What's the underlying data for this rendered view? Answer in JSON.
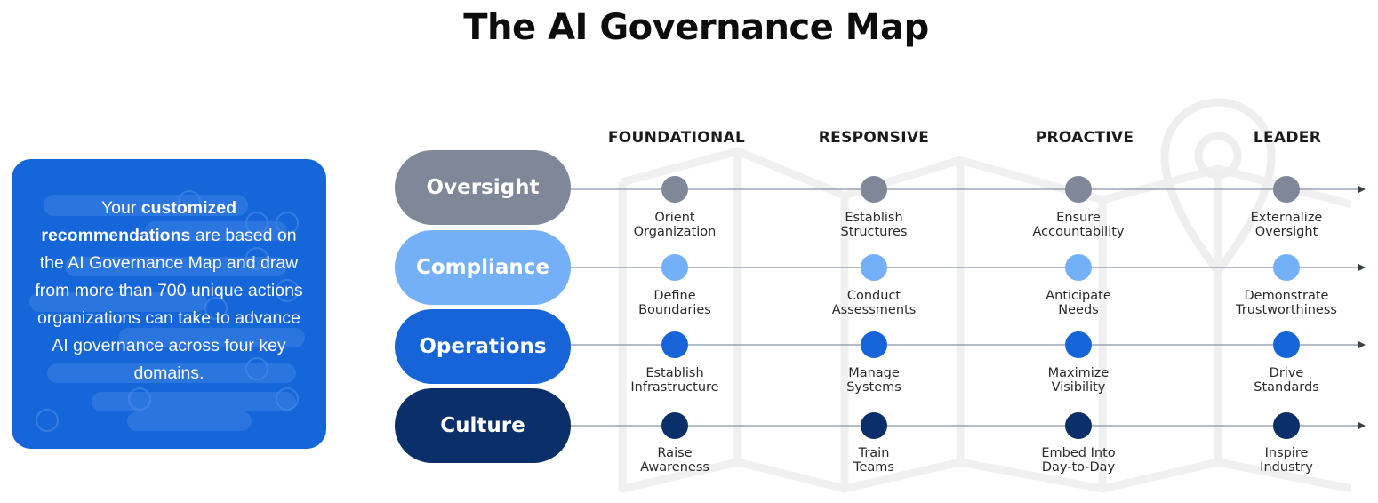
{
  "title": "The AI Governance Map",
  "info_card": {
    "text_prefix": "Your ",
    "text_bold": "customized recommendations",
    "text_suffix": " are based on the AI Governance Map and draw from more than 700 unique actions organizations can take to advance AI governance across four key domains."
  },
  "stages": [
    "FOUNDATIONAL",
    "RESPONSIVE",
    "PROACTIVE",
    "LEADER"
  ],
  "domains": [
    {
      "name": "Oversight",
      "color": "#7e8898",
      "actions": [
        [
          "Orient",
          "Organization"
        ],
        [
          "Establish",
          "Structures"
        ],
        [
          "Ensure",
          "Accountability"
        ],
        [
          "Externalize",
          "Oversight"
        ]
      ]
    },
    {
      "name": "Compliance",
      "color": "#74b0f8",
      "actions": [
        [
          "Define",
          "Boundaries"
        ],
        [
          "Conduct",
          "Assessments"
        ],
        [
          "Anticipate",
          "Needs"
        ],
        [
          "Demonstrate",
          "Trustworthiness"
        ]
      ]
    },
    {
      "name": "Operations",
      "color": "#1664d8",
      "actions": [
        [
          "Establish",
          "Infrastructure"
        ],
        [
          "Manage",
          "Systems"
        ],
        [
          "Maximize",
          "Visibility"
        ],
        [
          "Drive",
          "Standards"
        ]
      ]
    },
    {
      "name": "Culture",
      "color": "#0b3069",
      "actions": [
        [
          "Raise",
          "Awareness"
        ],
        [
          "Train",
          "Teams"
        ],
        [
          "Embed Into",
          "Day-to-Day"
        ],
        [
          "Inspire",
          "Industry"
        ]
      ]
    }
  ],
  "colors": {
    "card": "#1566d8",
    "axis_line": "#8a93a3"
  }
}
